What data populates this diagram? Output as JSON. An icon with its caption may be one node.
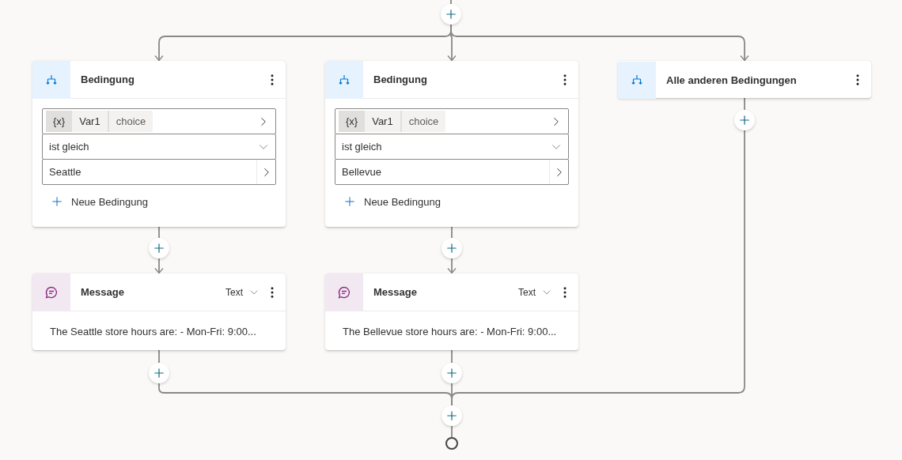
{
  "diagram": {
    "nodes": [
      {
        "text": [],
        "shape": "circle"
      },
      {
        "text": [
          "Bedingung",
          "{x}",
          "Var1",
          "choice",
          "ist gleich",
          "Seattle",
          "Neue Bedingung"
        ]
      },
      {
        "text": [
          "Bedingung",
          "{x}",
          "Var1",
          "choice",
          "ist gleich",
          "Bellevue",
          "Neue Bedingung"
        ]
      },
      {
        "text": [
          "Alle anderen Bedingungen"
        ]
      },
      {
        "text": [],
        "shape": "circle"
      },
      {
        "text": [],
        "shape": "circle"
      },
      {
        "text": [],
        "shape": "circle"
      },
      {
        "text": [
          "Message",
          "Text",
          "The Seattle store hours are: - Mon-Fri: 9:00..."
        ]
      },
      {
        "text": [
          "Message",
          "Text",
          "The Bellevue store hours are: - Mon-Fri: 9:00..."
        ]
      },
      {
        "text": [],
        "shape": "circle"
      },
      {
        "text": [],
        "shape": "circle"
      },
      {
        "text": [],
        "shape": "circle"
      },
      {
        "text": [],
        "shape": "circle"
      }
    ],
    "edges": [
      {
        "from": null,
        "to": 0,
        "arrow": "none"
      },
      {
        "from": 0,
        "to": 1,
        "arrow": "to"
      },
      {
        "from": 0,
        "to": 2,
        "arrow": "to"
      },
      {
        "from": 0,
        "to": 3,
        "arrow": "to"
      },
      {
        "from": 1,
        "to": 4,
        "arrow": "none"
      },
      {
        "from": 4,
        "to": 7,
        "arrow": "to"
      },
      {
        "from": 2,
        "to": 5,
        "arrow": "none"
      },
      {
        "from": 5,
        "to": 8,
        "arrow": "to"
      },
      {
        "from": 3,
        "to": 6,
        "arrow": "none"
      },
      {
        "from": 7,
        "to": 9,
        "arrow": "none"
      },
      {
        "from": 8,
        "to": 10,
        "arrow": "none"
      },
      {
        "from": 9,
        "to": 11,
        "arrow": "none"
      },
      {
        "from": 10,
        "to": 11,
        "arrow": "none"
      },
      {
        "from": 6,
        "to": 11,
        "arrow": "none"
      },
      {
        "from": 11,
        "to": 12,
        "arrow": "none"
      }
    ]
  }
}
